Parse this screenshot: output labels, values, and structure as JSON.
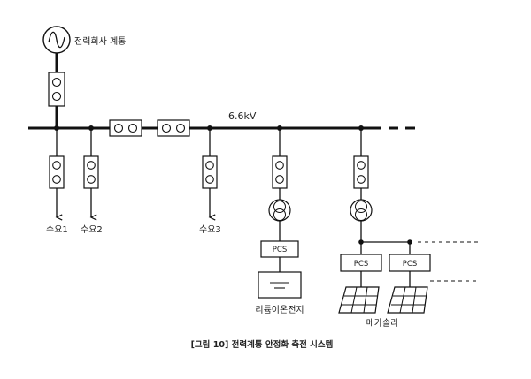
{
  "source_label": "전력회사 계통",
  "bus_voltage": "6.6kV",
  "loads": [
    "수요1",
    "수요2",
    "수요3"
  ],
  "pcs_label": "PCS",
  "battery_label": "리튬이온전지",
  "solar_label": "메가솔라",
  "caption": "[그림 10] 전력계통 안정화 축전 시스템",
  "colors": {
    "line": "#111111",
    "text": "#222222",
    "background": "#ffffff"
  },
  "icons": {
    "generator": "ac-source-sine-icon",
    "breaker": "circuit-breaker-icon",
    "transformer": "transformer-icon",
    "battery": "battery-icon",
    "solar": "solar-panel-icon"
  }
}
